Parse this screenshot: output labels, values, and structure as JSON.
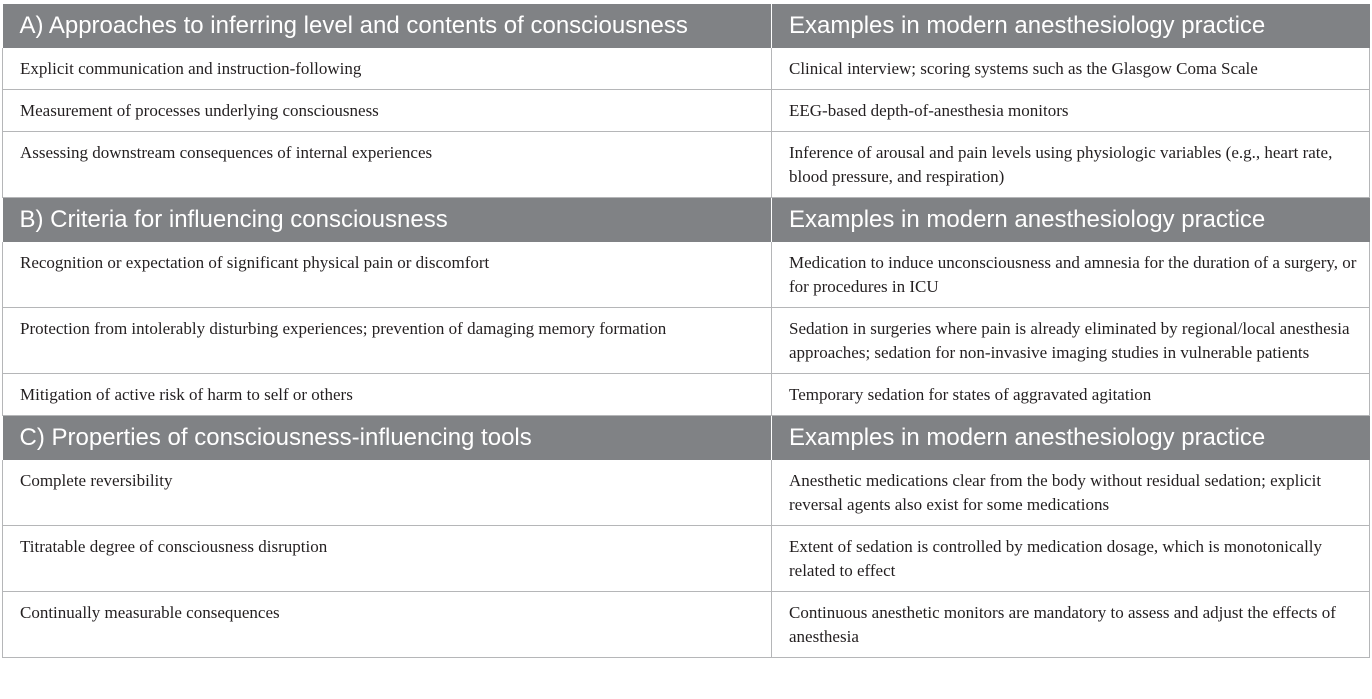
{
  "sections": [
    {
      "header_left": "A) Approaches to inferring level and contents of consciousness",
      "header_right": "Examples in modern anesthesiology practice",
      "rows": [
        {
          "left": "Explicit communication and instruction-following",
          "right": "Clinical interview; scoring systems such as the Glasgow Coma Scale"
        },
        {
          "left": "Measurement of processes underlying consciousness",
          "right": "EEG-based depth-of-anesthesia monitors"
        },
        {
          "left": "Assessing downstream consequences of internal experiences",
          "right": "Inference of arousal and pain levels using physiologic variables (e.g., heart rate, blood pressure, and respiration)"
        }
      ]
    },
    {
      "header_left": "B) Criteria for influencing consciousness",
      "header_right": "Examples in modern anesthesiology practice",
      "rows": [
        {
          "left": "Recognition or expectation of significant physical pain or discomfort",
          "right": "Medication to induce unconsciousness and amnesia for the duration of a surgery, or for procedures in ICU"
        },
        {
          "left": "Protection from intolerably disturbing experiences; prevention of damaging memory formation",
          "right": "Sedation in surgeries where pain is already eliminated by regional/local anesthesia approaches; sedation for non-invasive imaging studies in vulnerable patients"
        },
        {
          "left": "Mitigation of active risk of harm to self or others",
          "right": "Temporary sedation for states of aggravated agitation"
        }
      ]
    },
    {
      "header_left": "C) Properties of consciousness-influencing tools",
      "header_right": "Examples in modern anesthesiology practice",
      "rows": [
        {
          "left": "Complete reversibility",
          "right": "Anesthetic medications clear from the body without residual sedation; explicit reversal agents also exist for some medications"
        },
        {
          "left": "Titratable degree of consciousness disruption",
          "right": "Extent of sedation is controlled by medication dosage, which is monotonically related to effect"
        },
        {
          "left": "Continually measurable consequences",
          "right": "Continuous anesthetic monitors are mandatory to assess and adjust the effects of anesthesia"
        }
      ]
    }
  ]
}
